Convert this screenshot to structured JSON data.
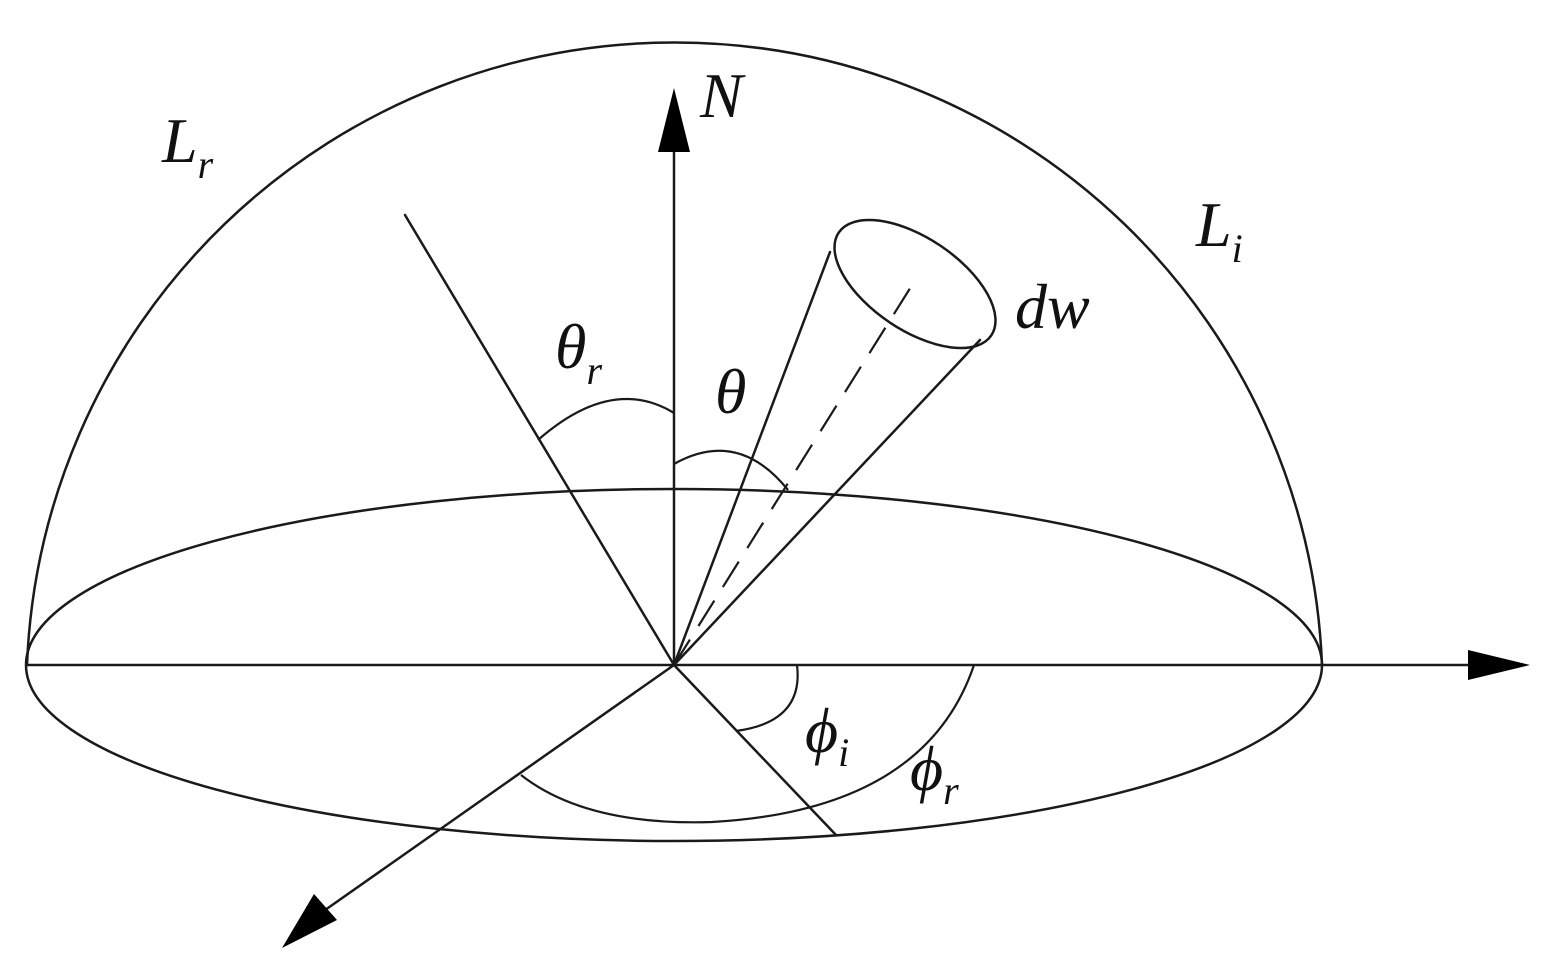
{
  "labels": {
    "normal": "N",
    "reflected_radiance": {
      "symbol": "L",
      "subscript": "r"
    },
    "incident_radiance": {
      "symbol": "L",
      "subscript": "i"
    },
    "solid_angle": "dw",
    "reflected_zenith": {
      "symbol": "θ",
      "subscript": "r"
    },
    "incident_zenith": "θ",
    "incident_azimuth": {
      "symbol": "ϕ",
      "subscript": "i"
    },
    "reflected_azimuth": {
      "symbol": "ϕ",
      "subscript": "r"
    }
  },
  "colors": {
    "line": "#1a1a1a",
    "arrowhead": "#000000",
    "background": "#ffffff"
  }
}
